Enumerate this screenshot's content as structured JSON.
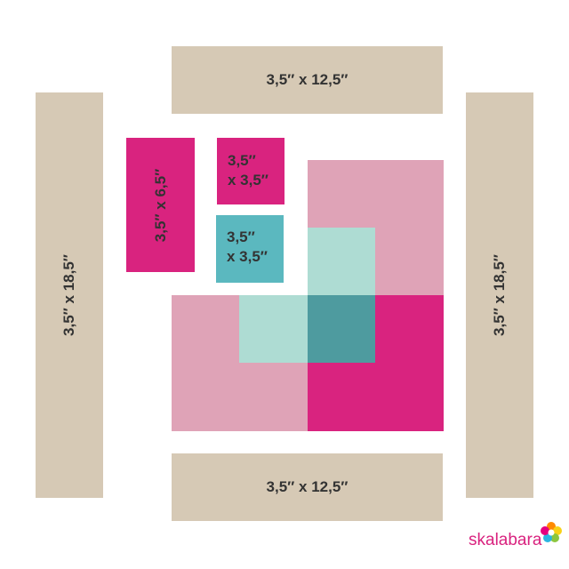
{
  "borders": {
    "top_label": "3,5″ x 12,5″",
    "bottom_label": "3,5″ x 12,5″",
    "left_label": "3,5″ x 18,5″",
    "right_label": "3,5″ x 18,5″"
  },
  "pieces": {
    "tall_pink_label": "3,5″ x 6,5″",
    "pink_square_line1": "3,5″",
    "pink_square_line2": "x 3,5″",
    "teal_square_line1": "3,5″",
    "teal_square_line2": "x 3,5″"
  },
  "colors": {
    "tan": "#d6c9b5",
    "magenta": "#d9237f",
    "teal": "#5bb8bf",
    "light_pink": "#dfa3b7",
    "mint": "#aedcd3",
    "dark_teal": "#4e9b9f"
  },
  "logo": {
    "text": "skalabara",
    "icon": "flower-icon"
  }
}
